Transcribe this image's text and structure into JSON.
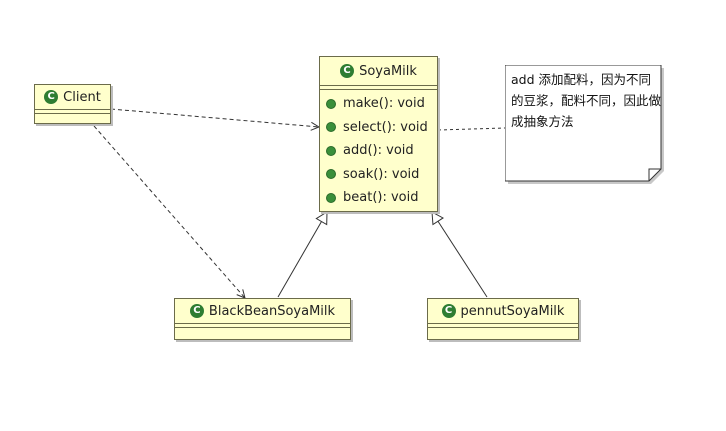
{
  "classes": {
    "client": {
      "name": "Client"
    },
    "soyamilk": {
      "name": "SoyaMilk",
      "methods": [
        "make(): void",
        "select(): void",
        "add(): void",
        "soak(): void",
        "beat(): void"
      ]
    },
    "blackbean": {
      "name": "BlackBeanSoyaMilk"
    },
    "peanut": {
      "name": "pennutSoyaMilk"
    }
  },
  "note": {
    "text": "add 添加配料，因为不同的豆浆，配料不同，因此做成抽象方法"
  },
  "icons": {
    "class_icon": "class-c-icon",
    "method_icon": "public-method-icon"
  }
}
